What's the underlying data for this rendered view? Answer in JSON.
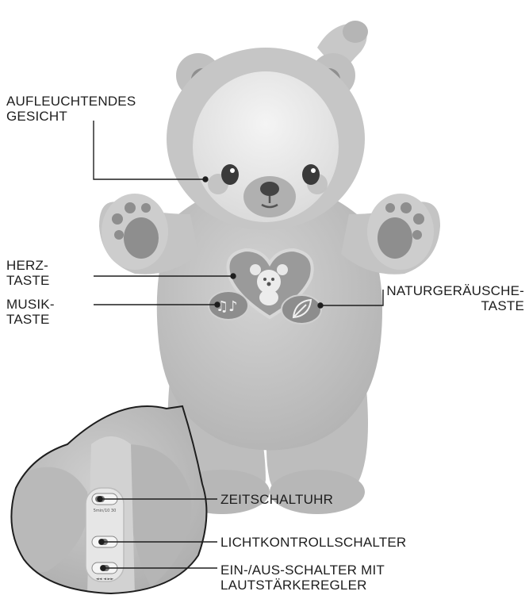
{
  "labels": {
    "face": [
      "AUFLEUCHTENDES",
      "GESICHT"
    ],
    "heart": [
      "HERZ-",
      "TASTE"
    ],
    "music": [
      "MUSIK-",
      "TASTE"
    ],
    "nature": [
      "NATURGERÄUSCHE-",
      "TASTE"
    ],
    "timer": "ZEITSCHALTUHR",
    "light": "LICHTKONTROLLSCHALTER",
    "power": [
      "EIN-/AUS-SCHALTER MIT",
      "LAUTSTÄRKEREGLER"
    ]
  },
  "switch_marks": {
    "timer": "5min/10  30",
    "power": "◄◄ ◄ ►►"
  },
  "colors": {
    "plush": "#c2c2c2",
    "plush_light": "#d6d6d6",
    "plush_dark": "#a9a9a9",
    "face": "#e9e9e9",
    "ink": "#1e1e1e"
  }
}
